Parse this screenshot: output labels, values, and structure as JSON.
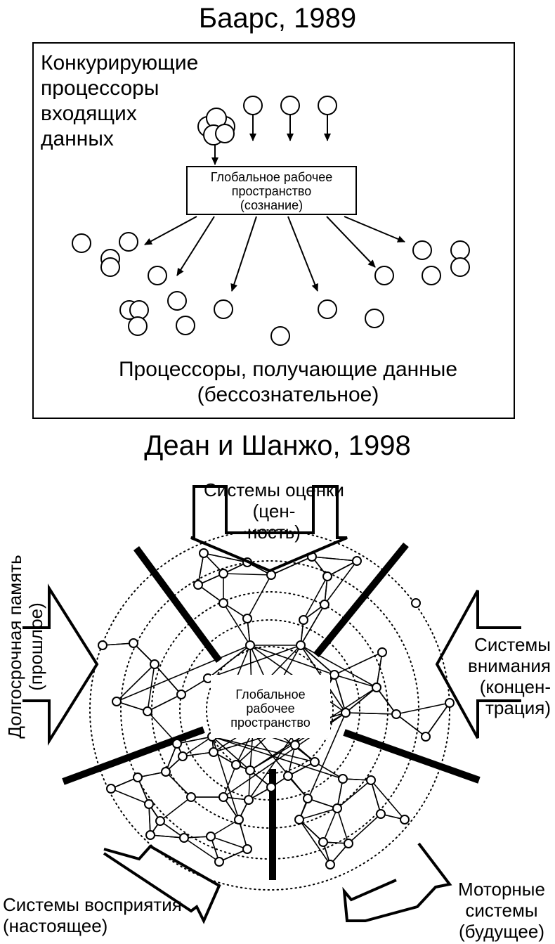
{
  "top": {
    "title": "Баарс, 1989",
    "competing_label": [
      "Конкурирующие",
      "процессоры",
      "входящих",
      "данных"
    ],
    "workspace_label": [
      "Глобальное рабочее",
      "пространство",
      "(сознание)"
    ],
    "receiving_label": [
      "Процессоры, получающие данные",
      "(бессознательное)"
    ]
  },
  "bottom": {
    "title": "Деан и Шанжо, 1998",
    "workspace_label": [
      "Глобальное",
      "рабочее",
      "пространство"
    ],
    "evaluation_label": [
      "Системы оценки",
      "(цен-",
      "ность)"
    ],
    "attention_label": [
      "Системы",
      "внимания",
      "(концен-",
      "трация)"
    ],
    "memory_label": [
      "Долгосрочная память",
      "(прошлое)"
    ],
    "perception_label": [
      "Системы восприятия",
      "(настоящее)"
    ],
    "motor_label": [
      "Моторные",
      "системы",
      "(будущее)"
    ]
  }
}
